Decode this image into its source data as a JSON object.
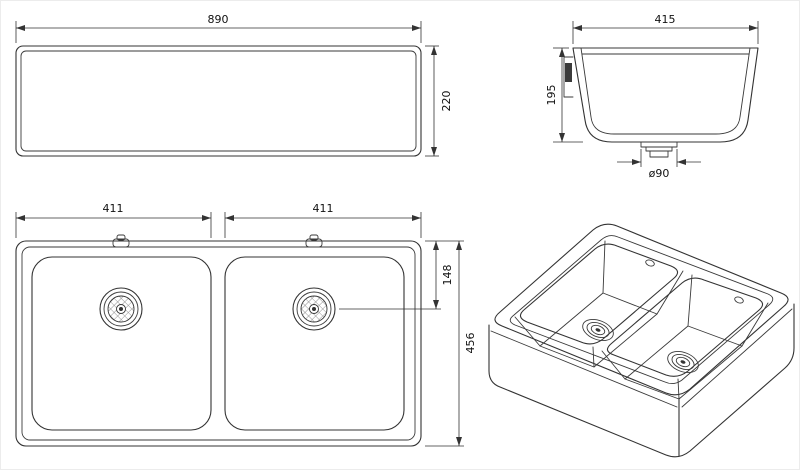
{
  "drawing": {
    "front": {
      "width": "890",
      "height": "220"
    },
    "side": {
      "width": "415",
      "depth": "195",
      "drain_diameter": "ø90"
    },
    "plan": {
      "bowl_left_width": "411",
      "bowl_right_width": "411",
      "drain_offset": "148",
      "overall_depth": "456"
    }
  },
  "colors": {
    "line": "#333333",
    "background": "#ffffff"
  }
}
